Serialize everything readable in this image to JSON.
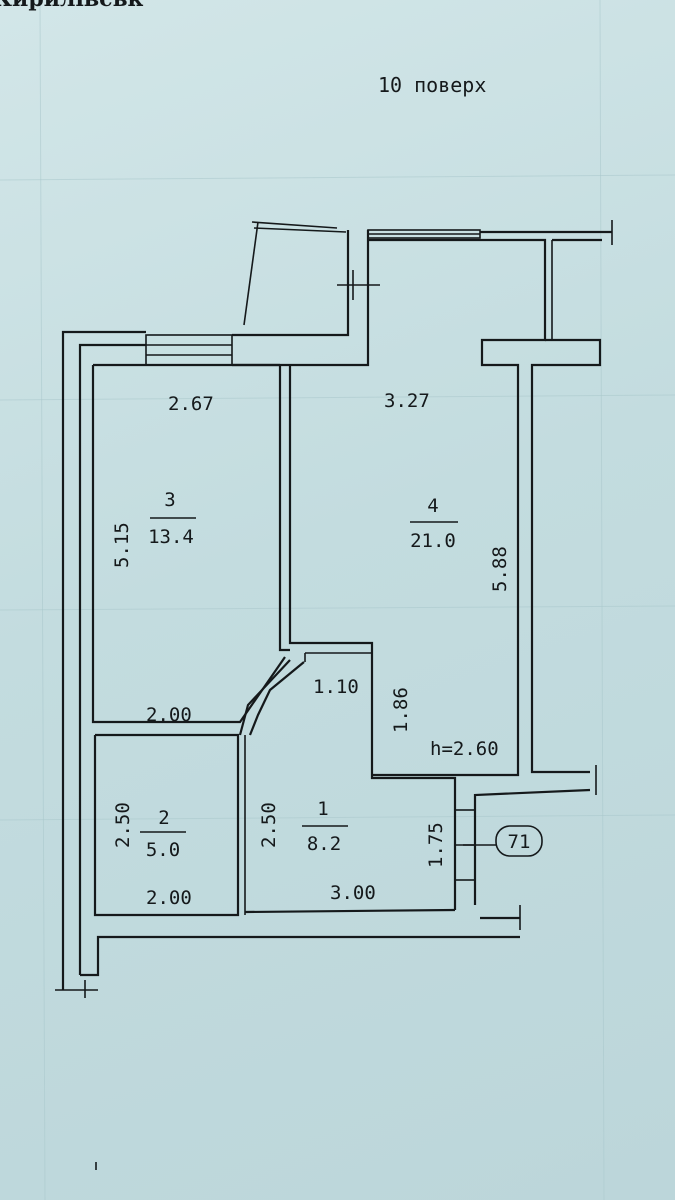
{
  "header_cut_text": "Кирилівськ",
  "floor_label": "10 поверх",
  "ceiling_height": "h=2.60",
  "apartment_number": "71",
  "rooms": [
    {
      "number": "1",
      "area": "8.2"
    },
    {
      "number": "2",
      "area": "5.0"
    },
    {
      "number": "3",
      "area": "13.4"
    },
    {
      "number": "4",
      "area": "21.0"
    }
  ],
  "dimensions": {
    "room3_width": "2.67",
    "room3_length": "5.15",
    "room3_bottom": "2.00",
    "room4_width": "3.27",
    "room4_length": "5.88",
    "room1_notch_width": "1.10",
    "room1_notch_depth": "1.86",
    "room2_height": "2.50",
    "room2_width": "2.00",
    "room1_height": "2.50",
    "room1_width": "3.00",
    "entrance_width": "1.75"
  },
  "colors": {
    "paper": "#c5dde0",
    "ink": "#15191b"
  }
}
